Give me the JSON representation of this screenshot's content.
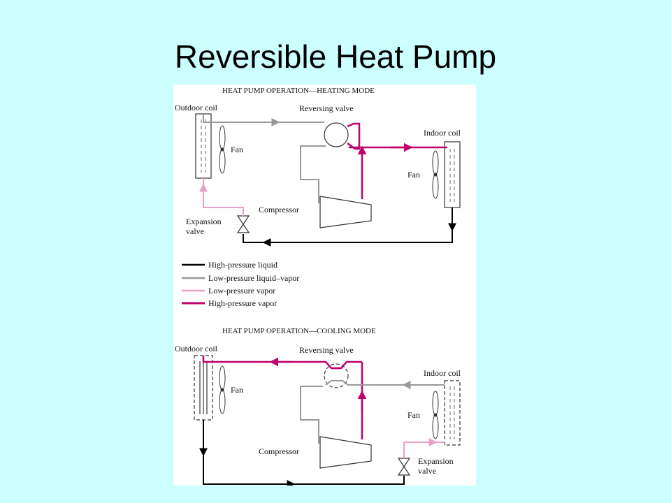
{
  "slide": {
    "title": "Reversible Heat Pump"
  },
  "heating": {
    "title": "HEAT PUMP OPERATION—HEATING MODE",
    "outdoor_coil": "Outdoor coil",
    "reversing_valve": "Reversing valve",
    "indoor_coil": "Indoor coil",
    "fan_outdoor": "Fan",
    "fan_indoor": "Fan",
    "compressor": "Compressor",
    "expansion_line1": "Expansion",
    "expansion_line2": "valve"
  },
  "legend": {
    "items": [
      {
        "label": "High-pressure liquid",
        "color": "#000000"
      },
      {
        "label": "Low-pressure liquid–vapor",
        "color": "#999999"
      },
      {
        "label": "Low-pressure vapor",
        "color": "#e8a0c8"
      },
      {
        "label": "High-pressure vapor",
        "color": "#c0006a"
      }
    ]
  },
  "cooling": {
    "title": "HEAT PUMP OPERATION—COOLING MODE",
    "outdoor_coil": "Outdoor coil",
    "reversing_valve": "Reversing valve",
    "indoor_coil": "Indoor coil",
    "fan_outdoor": "Fan",
    "fan_indoor": "Fan",
    "compressor": "Compressor",
    "expansion_line1": "Expansion",
    "expansion_line2": "valve"
  }
}
